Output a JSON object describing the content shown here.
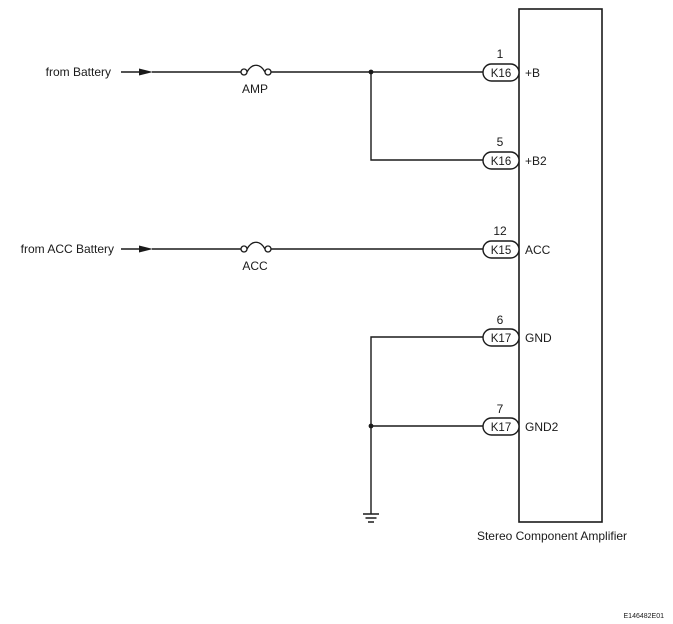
{
  "sources": {
    "battery": "from Battery",
    "acc_battery": "from ACC Battery"
  },
  "fuses": {
    "amp": "AMP",
    "acc": "ACC"
  },
  "component": "Stereo Component Amplifier",
  "pins": [
    {
      "number": "1",
      "connector": "K16",
      "signal": "+B"
    },
    {
      "number": "5",
      "connector": "K16",
      "signal": "+B2"
    },
    {
      "number": "12",
      "connector": "K15",
      "signal": "ACC"
    },
    {
      "number": "6",
      "connector": "K17",
      "signal": "GND"
    },
    {
      "number": "7",
      "connector": "K17",
      "signal": "GND2"
    }
  ],
  "figure_code": "E146482E01"
}
